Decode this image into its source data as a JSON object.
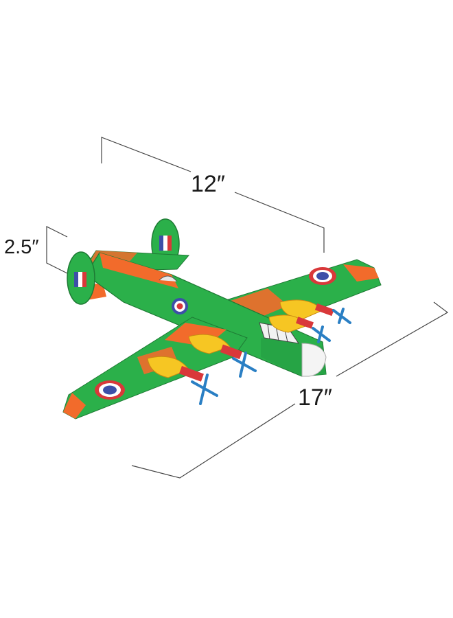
{
  "dimensions": {
    "length": "12″",
    "wingspan": "17″",
    "height": "2.5″"
  },
  "colors": {
    "body_green": "#2bb04a",
    "camo_orange": "#f26b2b",
    "roundel_blue": "#3d4fa8",
    "roundel_red": "#d9383a",
    "propeller_blue": "#2a7fc4",
    "engine_yellow": "#f6c623",
    "line": "#333333"
  }
}
